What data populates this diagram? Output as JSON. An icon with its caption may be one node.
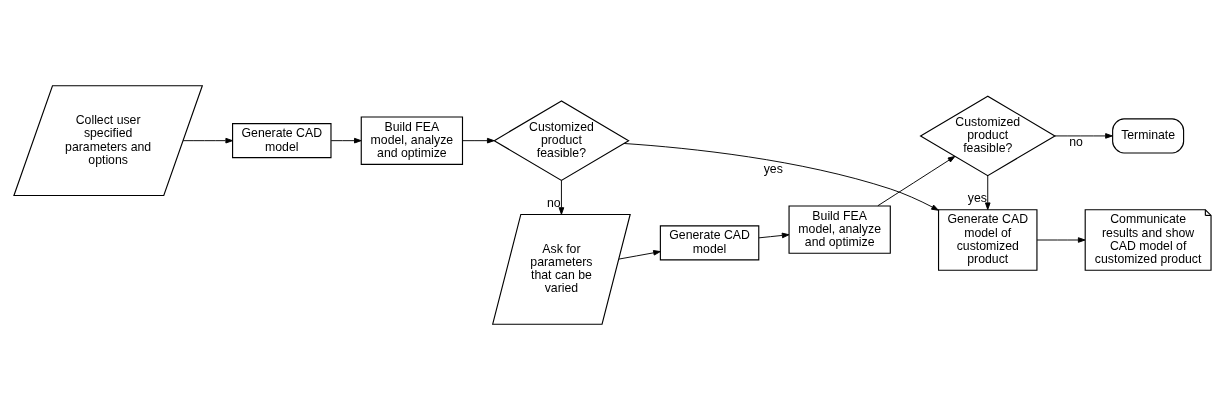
{
  "diagram": {
    "nodes": [
      {
        "text": [
          "Collect user specified parameters and options"
        ]
      },
      {
        "text": [
          "Generate CAD model"
        ]
      },
      {
        "text": [
          "Build FEA model, analyze and optimize"
        ]
      },
      {
        "text": [
          "Customized product feasible?"
        ]
      },
      {
        "text": [
          "Generate CAD model of customized product"
        ]
      },
      {
        "text": [
          "Communicate results and show CAD model of customized product"
        ]
      },
      {
        "text": [
          "Ask for parameters that can be varied"
        ]
      },
      {
        "text": [
          "Generate CAD model"
        ]
      },
      {
        "text": [
          "Build FEA model, analyze and optimize"
        ]
      },
      {
        "text": [
          "Customized product feasible?"
        ]
      },
      {
        "text": [
          "Terminate"
        ]
      }
    ],
    "edges": [
      {
        "from": 0,
        "to": 1,
        "arrow": "to"
      },
      {
        "from": 1,
        "to": 2,
        "arrow": "to"
      },
      {
        "from": 2,
        "to": 3,
        "arrow": "to"
      },
      {
        "from": 3,
        "to": 4,
        "arrow": "to",
        "label": "yes"
      },
      {
        "from": 4,
        "to": 5,
        "arrow": "to"
      },
      {
        "from": 3,
        "to": 6,
        "arrow": "to",
        "label": "no"
      },
      {
        "from": 6,
        "to": 7,
        "arrow": "to"
      },
      {
        "from": 7,
        "to": 8,
        "arrow": "to"
      },
      {
        "from": 8,
        "to": 9,
        "arrow": "to"
      },
      {
        "from": 9,
        "to": 4,
        "arrow": "to",
        "label": "yes"
      },
      {
        "from": 9,
        "to": 10,
        "arrow": "to",
        "label": "no"
      }
    ]
  }
}
